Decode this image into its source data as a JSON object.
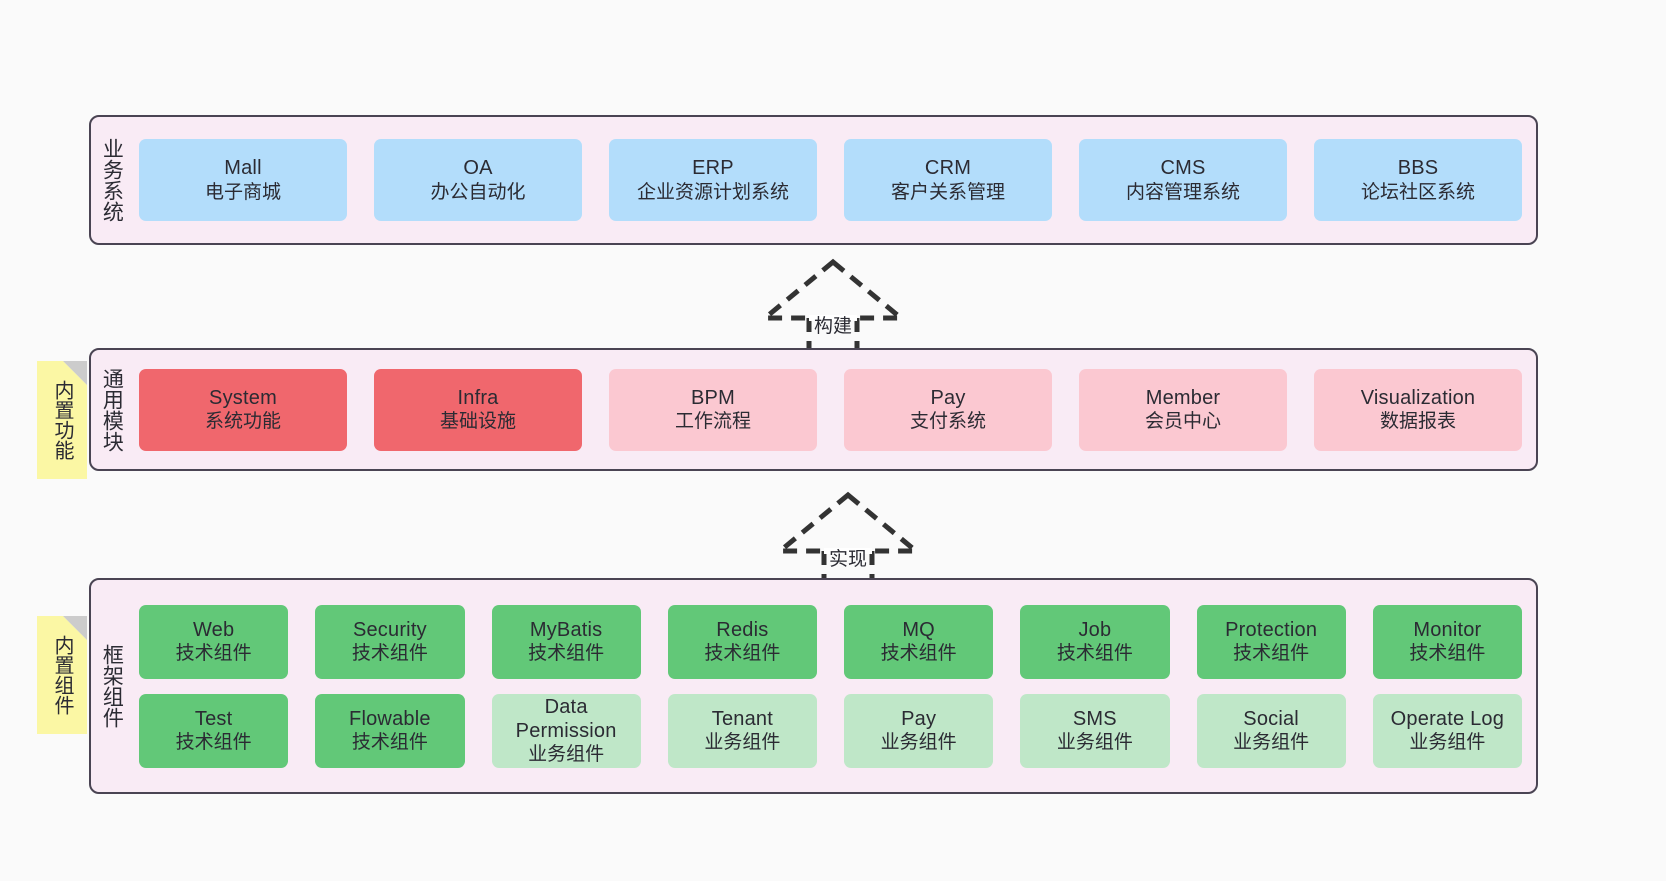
{
  "diagram": {
    "background": "#fafafa",
    "layer_bg": "#f9ebf5",
    "layer_border": "#4a4453",
    "note_bg": "#fbf7a4",
    "note_fold": "#cccccc",
    "colors": {
      "blue": "#b3ddfb",
      "red": "#f0676d",
      "pink": "#fbc8d1",
      "green": "#62c878",
      "light_green": "#bfe7c8"
    }
  },
  "layers": {
    "business": {
      "title": "业务系统",
      "cards": [
        {
          "en": "Mall",
          "cn": "电子商城"
        },
        {
          "en": "OA",
          "cn": "办公自动化"
        },
        {
          "en": "ERP",
          "cn": "企业资源计划系统"
        },
        {
          "en": "CRM",
          "cn": "客户关系管理"
        },
        {
          "en": "CMS",
          "cn": "内容管理系统"
        },
        {
          "en": "BBS",
          "cn": "论坛社区系统"
        }
      ]
    },
    "common": {
      "title": "通用模块",
      "note": "内置功能",
      "cards": [
        {
          "en": "System",
          "cn": "系统功能",
          "tone": "red"
        },
        {
          "en": "Infra",
          "cn": "基础设施",
          "tone": "red"
        },
        {
          "en": "BPM",
          "cn": "工作流程",
          "tone": "pink"
        },
        {
          "en": "Pay",
          "cn": "支付系统",
          "tone": "pink"
        },
        {
          "en": "Member",
          "cn": "会员中心",
          "tone": "pink"
        },
        {
          "en": "Visualization",
          "cn": "数据报表",
          "tone": "pink"
        }
      ]
    },
    "framework": {
      "title": "框架组件",
      "note": "内置组件",
      "row1": [
        {
          "en": "Web",
          "cn": "技术组件",
          "tone": "green"
        },
        {
          "en": "Security",
          "cn": "技术组件",
          "tone": "green"
        },
        {
          "en": "MyBatis",
          "cn": "技术组件",
          "tone": "green"
        },
        {
          "en": "Redis",
          "cn": "技术组件",
          "tone": "green"
        },
        {
          "en": "MQ",
          "cn": "技术组件",
          "tone": "green"
        },
        {
          "en": "Job",
          "cn": "技术组件",
          "tone": "green"
        },
        {
          "en": "Protection",
          "cn": "技术组件",
          "tone": "green"
        },
        {
          "en": "Monitor",
          "cn": "技术组件",
          "tone": "green"
        }
      ],
      "row2": [
        {
          "en": "Test",
          "cn": "技术组件",
          "tone": "green"
        },
        {
          "en": "Flowable",
          "cn": "技术组件",
          "tone": "green"
        },
        {
          "en": "Data Permission",
          "cn": "业务组件",
          "tone": "light_green"
        },
        {
          "en": "Tenant",
          "cn": "业务组件",
          "tone": "light_green"
        },
        {
          "en": "Pay",
          "cn": "业务组件",
          "tone": "light_green"
        },
        {
          "en": "SMS",
          "cn": "业务组件",
          "tone": "light_green"
        },
        {
          "en": "Social",
          "cn": "业务组件",
          "tone": "light_green"
        },
        {
          "en": "Operate Log",
          "cn": "业务组件",
          "tone": "light_green"
        }
      ]
    }
  },
  "connectors": [
    {
      "label": "构建"
    },
    {
      "label": "实现"
    }
  ]
}
